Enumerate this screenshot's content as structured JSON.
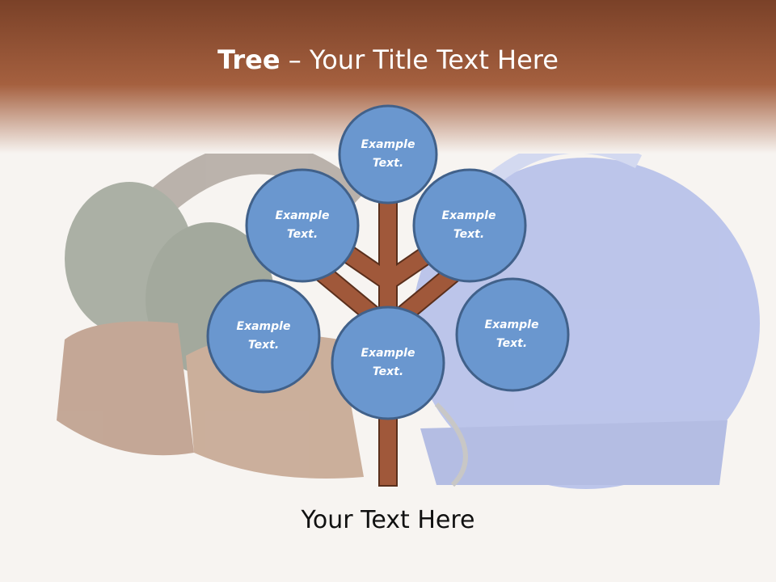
{
  "slide": {
    "title_bold": "Tree",
    "title_rest": " – Your Title Text Here",
    "caption": "Your Text Here"
  },
  "nodes": [
    {
      "line1": "Example",
      "line2": "Text."
    },
    {
      "line1": "Example",
      "line2": "Text."
    },
    {
      "line1": "Example",
      "line2": "Text."
    },
    {
      "line1": "Example",
      "line2": "Text."
    },
    {
      "line1": "Example",
      "line2": "Text."
    },
    {
      "line1": "Example",
      "line2": "Text."
    }
  ],
  "colors": {
    "header": "#8a4a2a",
    "node_fill": "#6a97cf",
    "node_border": "#41618a",
    "trunk": "#a0583a",
    "trunk_border": "#5a2f1c"
  }
}
